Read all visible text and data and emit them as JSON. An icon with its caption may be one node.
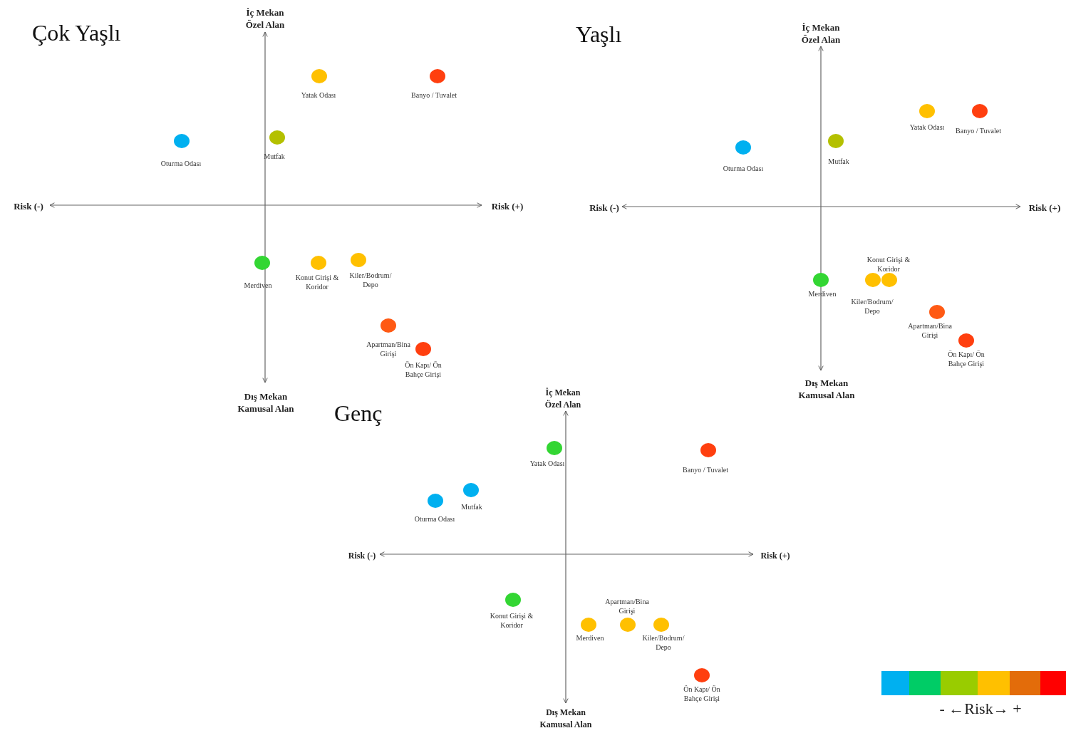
{
  "diagram": {
    "nodes": [
      {
        "text": [],
        "shape": "circle",
        "beside": [
          "Yatak Odası"
        ]
      },
      {
        "text": [],
        "shape": "circle",
        "beside": [
          "Banyo / Tuvalet"
        ]
      },
      {
        "text": [],
        "shape": "circle",
        "beside": [
          "Oturma Odası"
        ]
      },
      {
        "text": [],
        "shape": "circle",
        "beside": [
          "Mutfak"
        ]
      },
      {
        "text": [],
        "shape": "circle",
        "beside": [
          "Merdiven"
        ]
      },
      {
        "text": [],
        "shape": "circle",
        "beside": [
          "Konut Girişi & Koridor"
        ]
      },
      {
        "text": [],
        "shape": "circle",
        "beside": [
          "Kiler/Bodrum/ Depo"
        ]
      },
      {
        "text": [],
        "shape": "circle",
        "beside": [
          "Apartman/Bina Girişi"
        ]
      },
      {
        "text": [],
        "shape": "circle",
        "beside": [
          "Ön Kapı/ Ön Bahçe Girişi"
        ]
      },
      {
        "text": [],
        "shape": "circle",
        "beside": [
          "Oturma Odası"
        ]
      },
      {
        "text": [],
        "shape": "circle",
        "beside": [
          "Mutfak"
        ]
      },
      {
        "text": [],
        "shape": "circle",
        "beside": [
          "Yatak Odası"
        ]
      },
      {
        "text": [],
        "shape": "circle",
        "beside": [
          "Banyo / Tuvalet"
        ]
      },
      {
        "text": [],
        "shape": "circle",
        "beside": [
          "Merdiven"
        ]
      },
      {
        "text": [],
        "shape": "circle",
        "beside": [
          "Kiler/Bodrum/ Depo"
        ]
      },
      {
        "text": [],
        "shape": "circle",
        "beside": [
          "Konut Girişi & Koridor"
        ]
      },
      {
        "text": [],
        "shape": "circle",
        "beside": [
          "Apartman/Bina Girişi"
        ]
      },
      {
        "text": [],
        "shape": "circle",
        "beside": [
          "Ön Kapı/ Ön Bahçe Girişi"
        ]
      },
      {
        "text": [],
        "shape": "circle",
        "beside": [
          "Yatak Odası"
        ]
      },
      {
        "text": [],
        "shape": "circle",
        "beside": [
          "Banyo / Tuvalet"
        ]
      },
      {
        "text": [],
        "shape": "circle",
        "beside": [
          "Oturma Odası"
        ]
      },
      {
        "text": [],
        "shape": "circle",
        "beside": [
          "Mutfak"
        ]
      },
      {
        "text": [],
        "shape": "circle",
        "beside": [
          "Konut Girişi & Koridor"
        ]
      },
      {
        "text": [],
        "shape": "circle",
        "beside": [
          "Merdiven"
        ]
      },
      {
        "text": [],
        "shape": "circle",
        "beside": [
          "Apartman/Bina Girişi"
        ]
      },
      {
        "text": [],
        "shape": "circle",
        "beside": [
          "Kiler/Bodrum/ Depo"
        ]
      },
      {
        "text": [],
        "shape": "circle",
        "beside": [
          "Ön Kapı/ Ön Bahçe Girişi"
        ]
      }
    ],
    "labels": [
      "Çok Yaşlı",
      "İç Mekan Özel Alan",
      "Risk (-)",
      "Risk (+)",
      "Dış Mekan Kamusal Alan",
      "Yaşlı",
      "İç Mekan Özel Alan",
      "Risk (-)",
      "Risk (+)",
      "Dış Mekan Kamusal Alan",
      "Genç",
      "İç Mekan Özel Alan",
      "Risk (-)",
      "Risk (+)",
      "Dış Mekan Kamusal Alan",
      "- ←Risk→ +"
    ]
  }
}
